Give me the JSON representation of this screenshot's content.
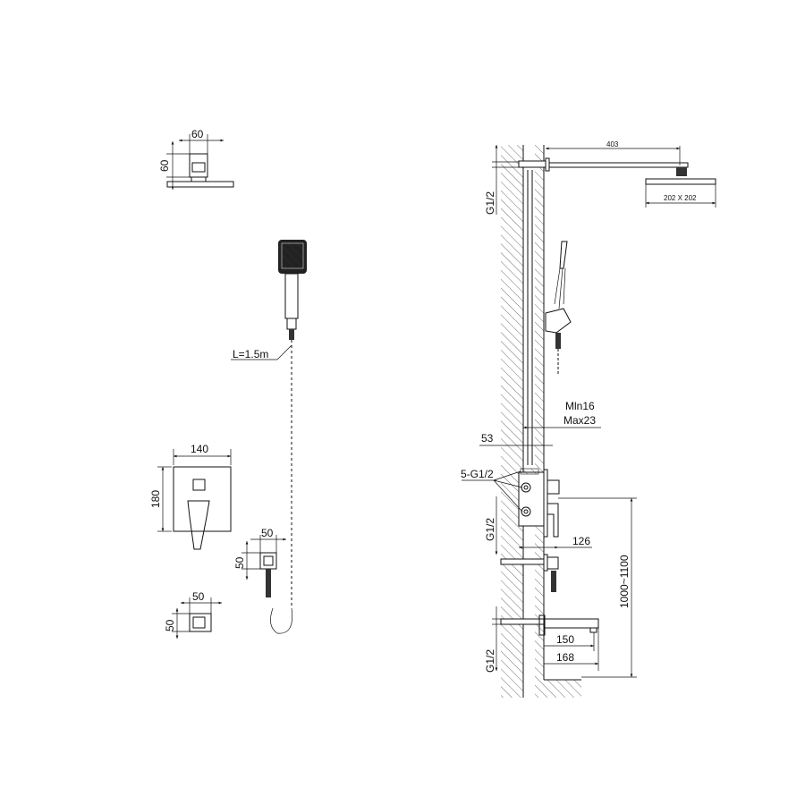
{
  "shower_head_top_view": {
    "width": "60",
    "height": "60"
  },
  "hand_shower": {
    "hose_length": "L=1.5m"
  },
  "mixer_plate": {
    "width": "140",
    "height": "180"
  },
  "hose_outlet": {
    "width": "50",
    "height": "50"
  },
  "small_outlet": {
    "width": "50",
    "height": "50"
  },
  "side_view": {
    "arm_length": "403",
    "head_size": "202 X 202",
    "thread_top": "G1/2",
    "depth_min": "Mln16",
    "depth_max": "Max23",
    "wall_depth": "53",
    "ports": "5-G1/2",
    "thread_mid": "G1/2",
    "mixer_projection": "126",
    "height_range": "1000~1100",
    "spout_150": "150",
    "spout_168": "168",
    "thread_bottom": "G1/2"
  }
}
